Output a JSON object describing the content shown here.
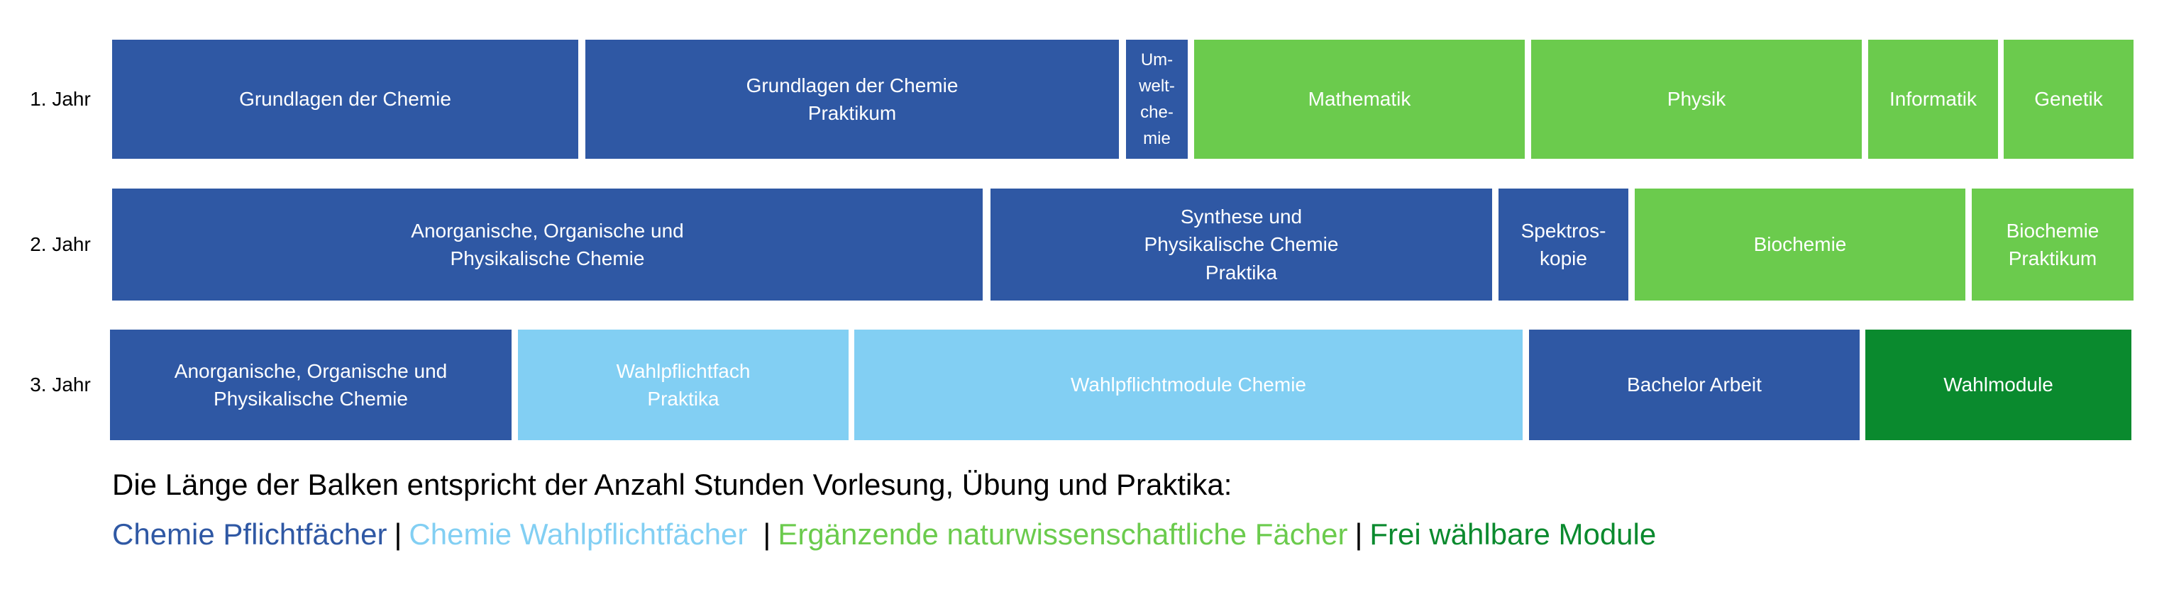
{
  "years": [
    "1. Jahr",
    "2. Jahr",
    "3. Jahr"
  ],
  "row1": [
    {
      "label": "Grundlagen der Chemie",
      "category": "pflicht"
    },
    {
      "label": "Grundlagen der Chemie\nPraktikum",
      "category": "pflicht"
    },
    {
      "label": "Um-\nwelt-\nche-\nmie",
      "category": "pflicht"
    },
    {
      "label": "Mathematik",
      "category": "ergaenzend"
    },
    {
      "label": "Physik",
      "category": "ergaenzend"
    },
    {
      "label": "Informatik",
      "category": "ergaenzend"
    },
    {
      "label": "Genetik",
      "category": "ergaenzend"
    }
  ],
  "row2": [
    {
      "label": "Anorganische, Organische und\nPhysikalische Chemie",
      "category": "pflicht"
    },
    {
      "label": "Synthese und\nPhysikalische Chemie\nPraktika",
      "category": "pflicht"
    },
    {
      "label": "Spektros-\nkopie",
      "category": "pflicht"
    },
    {
      "label": "Biochemie",
      "category": "ergaenzend"
    },
    {
      "label": "Biochemie\nPraktikum",
      "category": "ergaenzend"
    }
  ],
  "row3": [
    {
      "label": "Anorganische, Organische und\nPhysikalische Chemie",
      "category": "pflicht"
    },
    {
      "label": "Wahlpflichtfach\nPraktika",
      "category": "wahlpflicht"
    },
    {
      "label": "Wahlpflichtmodule Chemie",
      "category": "wahlpflicht"
    },
    {
      "label": "Bachelor Arbeit",
      "category": "pflicht"
    },
    {
      "label": "Wahlmodule",
      "category": "frei"
    }
  ],
  "note": "Die Länge der Balken entspricht der Anzahl Stunden Vorlesung, Übung und Praktika:",
  "legend": {
    "separator": "|",
    "items": [
      {
        "label": "Chemie Pflichtfächer",
        "color": "#2F58A4"
      },
      {
        "label": "Chemie Wahlpflichtfächer",
        "color": "#82CFF3"
      },
      {
        "label": "Ergänzende naturwissenschaftliche Fächer",
        "color": "#6BCB4D"
      },
      {
        "label": "Frei wählbare Module",
        "color": "#0A8A2E"
      }
    ]
  }
}
